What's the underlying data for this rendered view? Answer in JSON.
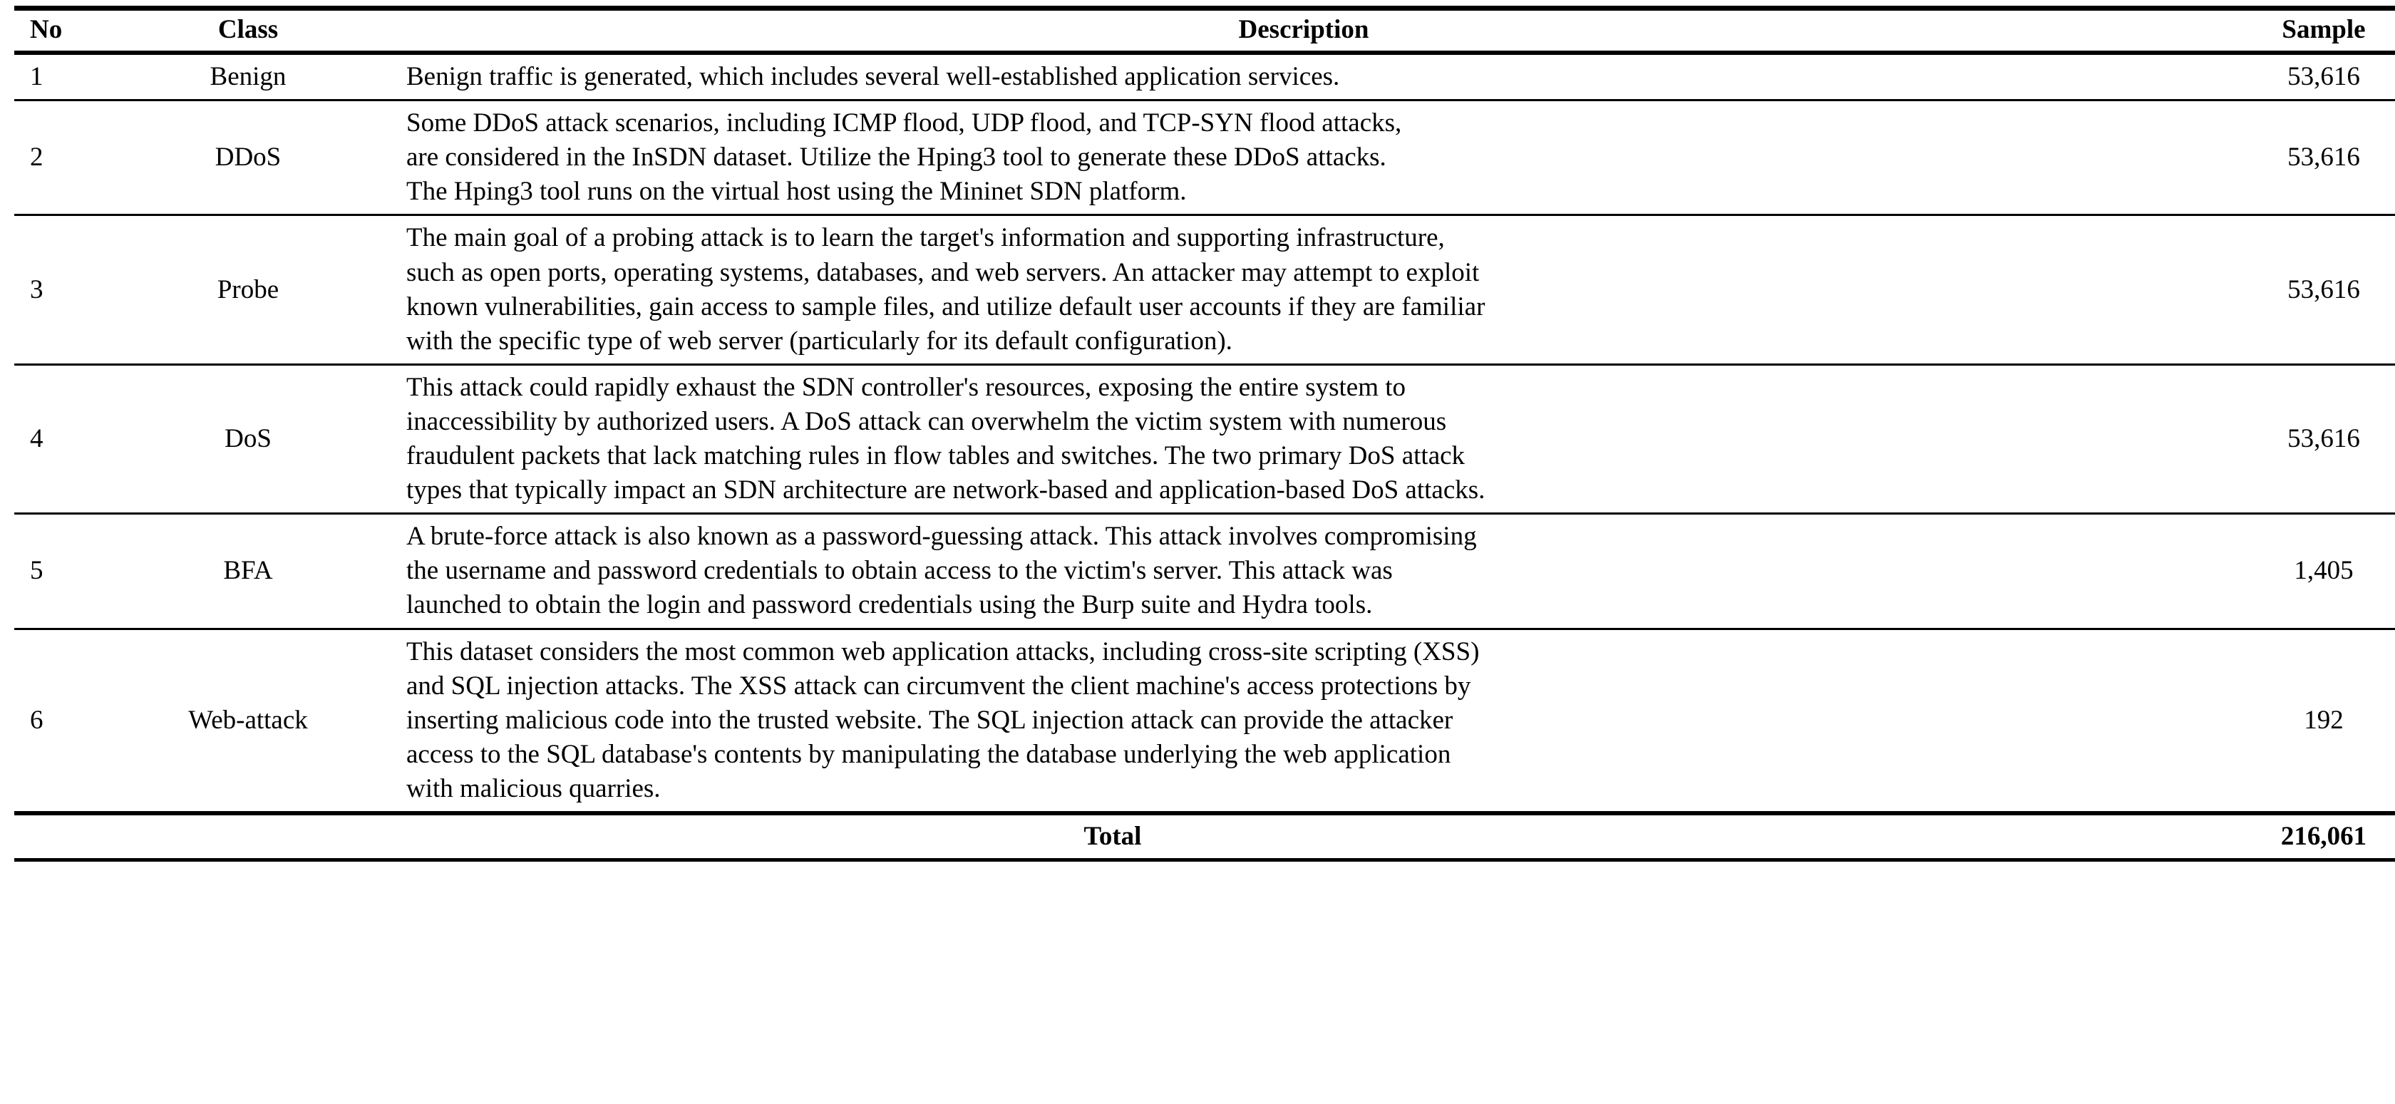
{
  "table": {
    "columns": {
      "no": "No",
      "class": "Class",
      "description": "Description",
      "sample": "Sample"
    },
    "rows": [
      {
        "no": "1",
        "class": "Benign",
        "lines": [
          "Benign traffic is generated, which includes several well-established application services."
        ],
        "sample": "53,616"
      },
      {
        "no": "2",
        "class": "DDoS",
        "lines": [
          "Some DDoS attack scenarios, including ICMP flood, UDP flood, and TCP-SYN flood attacks,",
          "are considered in the InSDN dataset. Utilize the Hping3 tool to generate these DDoS attacks.",
          "The Hping3 tool runs on the virtual host using the Mininet SDN platform."
        ],
        "sample": "53,616"
      },
      {
        "no": "3",
        "class": "Probe",
        "lines": [
          "The main goal of a probing attack is to learn the target's information and supporting infrastructure,",
          "such as open ports, operating systems, databases, and web servers. An attacker may attempt to exploit",
          "known vulnerabilities, gain access to sample files, and utilize default user accounts if they are familiar",
          "with the specific type of web server (particularly for its default configuration)."
        ],
        "sample": "53,616"
      },
      {
        "no": "4",
        "class": "DoS",
        "lines": [
          "This attack could rapidly exhaust the SDN controller's resources, exposing the entire system to",
          "inaccessibility by authorized users. A DoS attack can overwhelm the victim system with numerous",
          "fraudulent packets that lack matching rules in flow tables and switches. The two primary DoS attack",
          "types that typically impact an SDN architecture are network-based and application-based DoS attacks."
        ],
        "sample": "53,616"
      },
      {
        "no": "5",
        "class": "BFA",
        "lines": [
          "A brute-force attack is also known as a password-guessing attack. This attack involves compromising",
          "the username and password credentials to obtain access to the victim's server. This attack was",
          "launched to obtain the login and password credentials using the Burp suite and Hydra tools."
        ],
        "sample": "1,405"
      },
      {
        "no": "6",
        "class": "Web-attack",
        "lines": [
          "This dataset considers the most common web application attacks, including cross-site scripting (XSS)",
          "and SQL injection attacks. The XSS attack can circumvent the client machine's access protections by",
          "inserting malicious code into the trusted website. The SQL injection attack can provide the attacker",
          "access to the SQL database's contents by manipulating the database underlying the web application",
          "with malicious quarries."
        ],
        "sample": "192"
      }
    ],
    "total": {
      "label": "Total",
      "value": "216,061"
    }
  }
}
